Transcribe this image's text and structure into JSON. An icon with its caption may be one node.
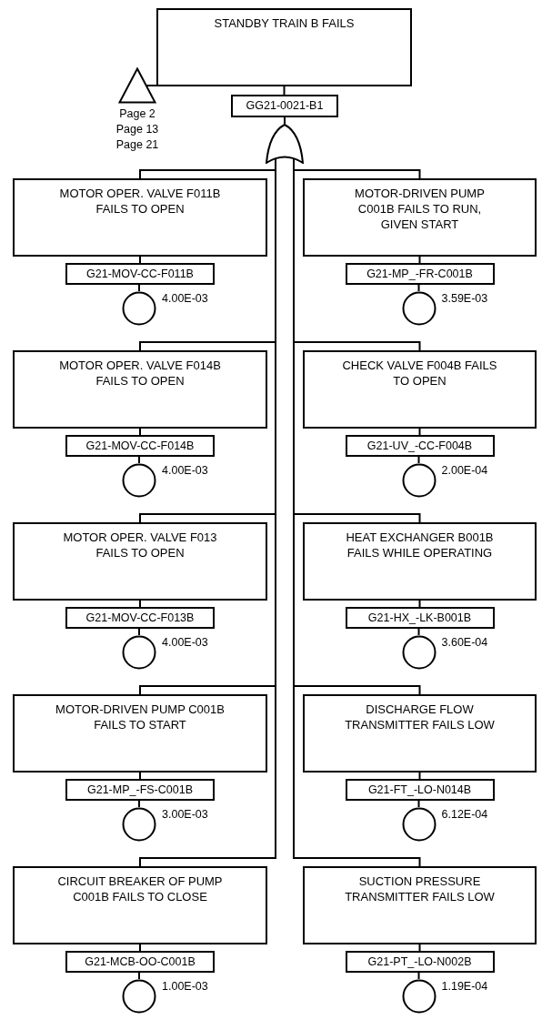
{
  "diagram": {
    "nodes": [
      {
        "text": [
          "STANDBY TRAIN B FAILS"
        ]
      },
      {
        "text": [],
        "shape": "triangle",
        "beside": [
          "Page 2",
          "Page 13",
          "Page 21"
        ]
      },
      {
        "text": [
          "GG21-0021-B1"
        ]
      },
      {
        "text": [],
        "shape": "gate"
      },
      {
        "text": [
          "MOTOR OPER. VALVE F011B FAILS TO OPEN"
        ]
      },
      {
        "text": [
          "G21-MOV-CC-F011B"
        ]
      },
      {
        "text": [],
        "shape": "circle",
        "beside": [
          "4.00E-03"
        ]
      },
      {
        "text": [
          "MOTOR-DRIVEN PUMP C001B FAILS TO RUN, GIVEN START"
        ]
      },
      {
        "text": [
          "G21-MP_-FR-C001B"
        ]
      },
      {
        "text": [],
        "shape": "circle",
        "beside": [
          "3.59E-03"
        ]
      },
      {
        "text": [
          "MOTOR OPER. VALVE F014B FAILS TO OPEN"
        ]
      },
      {
        "text": [
          "G21-MOV-CC-F014B"
        ]
      },
      {
        "text": [],
        "shape": "circle",
        "beside": [
          "4.00E-03"
        ]
      },
      {
        "text": [
          "CHECK VALVE F004B FAILS TO OPEN"
        ]
      },
      {
        "text": [
          "G21-UV_-CC-F004B"
        ]
      },
      {
        "text": [],
        "shape": "circle",
        "beside": [
          "2.00E-04"
        ]
      },
      {
        "text": [
          "MOTOR OPER. VALVE F013 FAILS TO OPEN"
        ]
      },
      {
        "text": [
          "G21-MOV-CC-F013B"
        ]
      },
      {
        "text": [],
        "shape": "circle",
        "beside": [
          "4.00E-03"
        ]
      },
      {
        "text": [
          "HEAT EXCHANGER B001B FAILS WHILE OPERATING"
        ]
      },
      {
        "text": [
          "G21-HX_-LK-B001B"
        ]
      },
      {
        "text": [],
        "shape": "circle",
        "beside": [
          "3.60E-04"
        ]
      },
      {
        "text": [
          "MOTOR-DRIVEN PUMP C001B FAILS TO START"
        ]
      },
      {
        "text": [
          "G21-MP_-FS-C001B"
        ]
      },
      {
        "text": [],
        "shape": "circle",
        "beside": [
          "3.00E-03"
        ]
      },
      {
        "text": [
          "DISCHARGE FLOW TRANSMITTER  FAILS LOW"
        ]
      },
      {
        "text": [
          "G21-FT_-LO-N014B"
        ]
      },
      {
        "text": [],
        "shape": "circle",
        "beside": [
          "6.12E-04"
        ]
      },
      {
        "text": [
          "CIRCUIT BREAKER OF PUMP C001B FAILS TO CLOSE"
        ]
      },
      {
        "text": [
          "G21-MCB-OO-C001B"
        ]
      },
      {
        "text": [],
        "shape": "circle",
        "beside": [
          "1.00E-03"
        ]
      },
      {
        "text": [
          "SUCTION PRESSURE TRANSMITTER  FAILS LOW"
        ]
      },
      {
        "text": [
          "G21-PT_-LO-N002B"
        ]
      },
      {
        "text": [],
        "shape": "circle",
        "beside": [
          "1.19E-04"
        ]
      }
    ],
    "edges": [
      {
        "from": 0,
        "to": 1,
        "arrow": "none"
      },
      {
        "from": 0,
        "to": 2,
        "arrow": "none"
      },
      {
        "from": 2,
        "to": 3,
        "arrow": "none"
      },
      {
        "from": 3,
        "to": 4,
        "arrow": "none"
      },
      {
        "from": 3,
        "to": 7,
        "arrow": "none"
      },
      {
        "from": 3,
        "to": 10,
        "arrow": "none"
      },
      {
        "from": 3,
        "to": 13,
        "arrow": "none"
      },
      {
        "from": 3,
        "to": 16,
        "arrow": "none"
      },
      {
        "from": 3,
        "to": 19,
        "arrow": "none"
      },
      {
        "from": 3,
        "to": 22,
        "arrow": "none"
      },
      {
        "from": 3,
        "to": 25,
        "arrow": "none"
      },
      {
        "from": 3,
        "to": 28,
        "arrow": "none"
      },
      {
        "from": 3,
        "to": 31,
        "arrow": "none"
      },
      {
        "from": 4,
        "to": 5,
        "arrow": "none"
      },
      {
        "from": 5,
        "to": 6,
        "arrow": "none"
      },
      {
        "from": 7,
        "to": 8,
        "arrow": "none"
      },
      {
        "from": 8,
        "to": 9,
        "arrow": "none"
      },
      {
        "from": 10,
        "to": 11,
        "arrow": "none"
      },
      {
        "from": 11,
        "to": 12,
        "arrow": "none"
      },
      {
        "from": 13,
        "to": 14,
        "arrow": "none"
      },
      {
        "from": 14,
        "to": 15,
        "arrow": "none"
      },
      {
        "from": 16,
        "to": 17,
        "arrow": "none"
      },
      {
        "from": 17,
        "to": 18,
        "arrow": "none"
      },
      {
        "from": 19,
        "to": 20,
        "arrow": "none"
      },
      {
        "from": 20,
        "to": 21,
        "arrow": "none"
      },
      {
        "from": 22,
        "to": 23,
        "arrow": "none"
      },
      {
        "from": 23,
        "to": 24,
        "arrow": "none"
      },
      {
        "from": 25,
        "to": 26,
        "arrow": "none"
      },
      {
        "from": 26,
        "to": 27,
        "arrow": "none"
      },
      {
        "from": 28,
        "to": 29,
        "arrow": "none"
      },
      {
        "from": 29,
        "to": 30,
        "arrow": "none"
      },
      {
        "from": 31,
        "to": 32,
        "arrow": "none"
      },
      {
        "from": 32,
        "to": 33,
        "arrow": "none"
      }
    ]
  }
}
